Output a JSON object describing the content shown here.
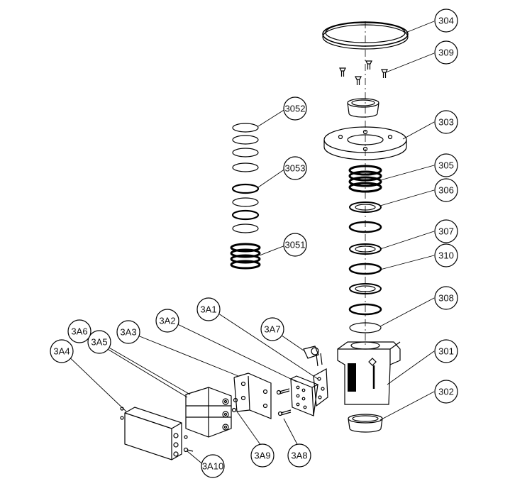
{
  "diagram": {
    "type": "exploded-assembly",
    "line_color": "#000000",
    "background": "#ffffff"
  },
  "callouts": {
    "c304": "304",
    "c309": "309",
    "c303": "303",
    "c305": "305",
    "c306": "306",
    "c307": "307",
    "c310": "310",
    "c308": "308",
    "c301": "301",
    "c302": "302",
    "c3052": "3052",
    "c3053": "3053",
    "c3051": "3051",
    "c3A1": "3A1",
    "c3A2": "3A2",
    "c3A3": "3A3",
    "c3A4": "3A4",
    "c3A5": "3A5",
    "c3A6": "3A6",
    "c3A7": "3A7",
    "c3A8": "3A8",
    "c3A9": "3A9",
    "c3A10": "3A10"
  }
}
